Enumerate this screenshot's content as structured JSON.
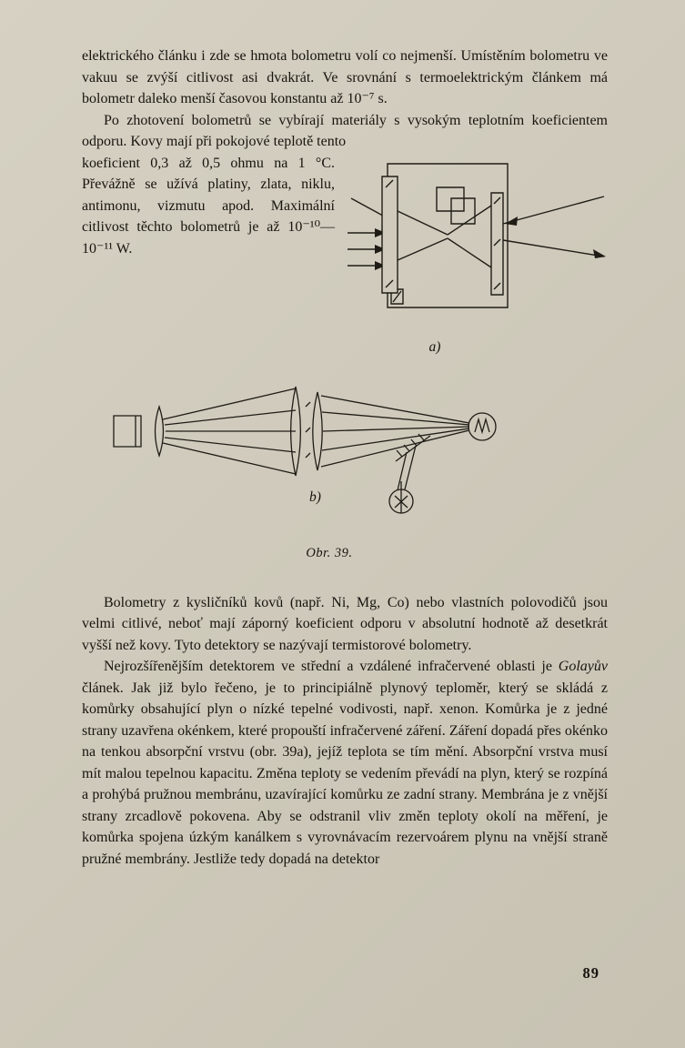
{
  "page": {
    "number": "89",
    "paper_color": "#cfcabb",
    "ink_color": "#17140f"
  },
  "content": {
    "para1": "elektrického článku i zde se hmota bolometru volí co nejmenší. Umístěním bolometru ve vakuu se zvýší citlivost asi dvakrát. Ve srovnání s termoelektrickým článkem má bolometr daleko menší časovou konstantu až 10⁻⁷ s.",
    "para2_part1": "Po zhotovení bolometrů se vybírají materiály s vysokým teplotním koeficientem odporu. Kovy mají při pokojové teplotě tento",
    "para2_part2": "koeficient 0,3 až 0,5 ohmu na 1 °C. Převážně se užívá platiny, zlata, niklu, antimonu, vizmutu apod. Maximální citlivost těchto bolometrů je až 10⁻¹⁰—10⁻¹¹ W.",
    "para3": "Bolometry z kysličníků kovů (např. Ni, Mg, Co) nebo vlastních polovodičů jsou velmi citlivé, neboť mají záporný koeficient odporu v absolutní hodnotě až desetkrát vyšší než kovy. Tyto detektory se nazývají termistorové bolometry.",
    "para4_pre": "Nejrozšířenějším detektorem ve střední a vzdálené infračervené oblasti je ",
    "para4_italic": "Golayův",
    "para4_post": " článek. Jak již bylo řečeno, je to principiálně plynový teploměr, který se skládá z komůrky obsahující plyn o nízké tepelné vodivosti, např. xenon. Komůrka je z jedné strany uzavřena okénkem, které propouští infračervené záření. Záření dopadá přes okénko na tenkou absorpční vrstvu (obr. 39a), jejíž teplota se tím mění. Absorpční vrstva musí mít malou tepelnou kapacitu. Změna teploty se vedením převádí na plyn, který se rozpíná a prohýbá pružnou membránu, uzavírající komůrku ze zadní strany. Membrána je z vnější strany zrcadlově pokovena. Aby se odstranil vliv změn teploty okolí na měření, je komůrka spojena úzkým kanálkem s vyrovnávacím rezervoárem plynu na vnější straně pružné membrány. Jestliže tedy dopadá na detektor"
  },
  "figure": {
    "label_a": "a)",
    "label_b": "b)",
    "caption": "Obr. 39."
  }
}
